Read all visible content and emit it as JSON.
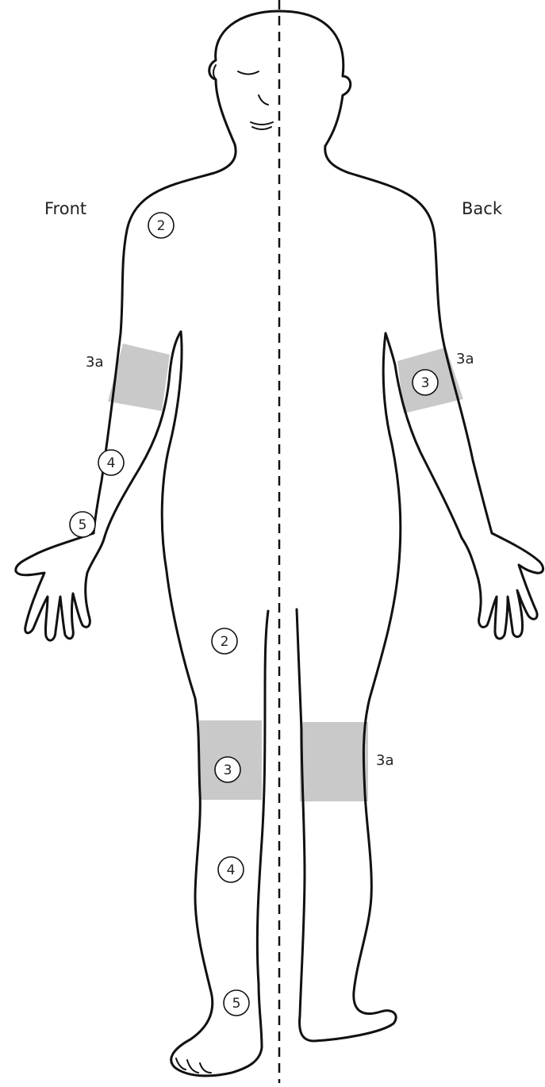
{
  "labels": {
    "front": "Front",
    "back": "Back"
  },
  "zones": {
    "front_shoulder": "2",
    "front_upper_arm_band": "3a",
    "front_forearm": "4",
    "front_wrist": "5",
    "front_thigh": "2",
    "front_knee": "3",
    "front_shin": "4",
    "front_ankle": "5",
    "back_arm_band_circle": "3",
    "back_arm_band_label": "3a",
    "back_knee_band_label": "3a"
  },
  "colors": {
    "outline": "#111111",
    "shaded_band": "#c9c9c9",
    "background": "#ffffff"
  }
}
